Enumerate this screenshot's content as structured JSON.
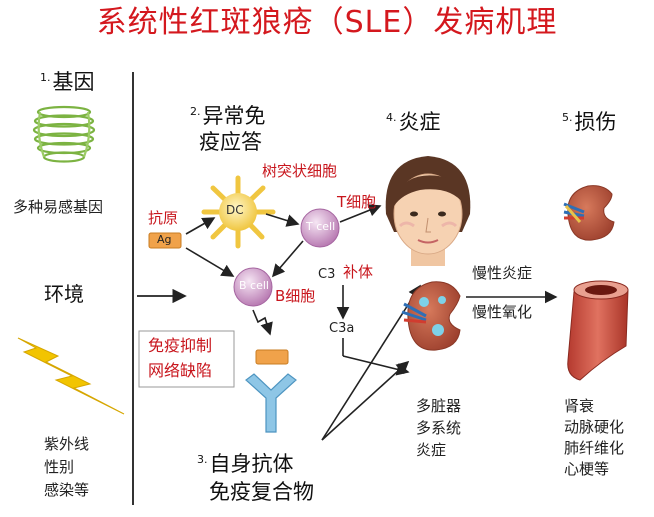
{
  "title": "系统性红斑狼疮（SLE）发病机理",
  "sections": {
    "s1": {
      "num": "1.",
      "label": "基因"
    },
    "s2": {
      "num": "2.",
      "line1": "异常免",
      "line2": "疫应答"
    },
    "s3": {
      "num": "3.",
      "line1": "自身抗体",
      "line2": "免疫复合物"
    },
    "s4": {
      "num": "4.",
      "label": "炎症"
    },
    "s5": {
      "num": "5.",
      "label": "损伤"
    }
  },
  "left": {
    "gene_desc": "多种易感基因",
    "env": "环境",
    "factors": [
      "紫外线",
      "性别",
      "感染等"
    ]
  },
  "immune": {
    "dendritic_cn": "树突状细胞",
    "dc": "DC",
    "t_cn": "T细胞",
    "t_cell": "T cell",
    "antigen_cn": "抗原",
    "ag": "Ag",
    "b_cell": "B cell",
    "b_cn": "B细胞",
    "c3": "C3",
    "complement": "补体",
    "c3a": "C3a",
    "defect_line1": "免疫抑制",
    "defect_line2": "网络缺陷"
  },
  "inflammation": {
    "chronic1": "慢性炎症",
    "chronic2": "慢性氧化",
    "organs": [
      "多脏器",
      "多系统",
      "炎症"
    ]
  },
  "damage": [
    "肾衰",
    "动脉硬化",
    "肺纤维化",
    "心梗等"
  ],
  "colors": {
    "title_red": "#d4181e",
    "label_red": "#c8161d",
    "dc_yellow": "#f3d35c",
    "cell_purple": "#c98fc2",
    "antibody_blue": "#8ec6e6",
    "antigen_orange": "#f0a24a",
    "gene_green": "#8bc34a",
    "lightning_yellow": "#f2c400",
    "kidney_brown": "#b2533c",
    "artery_red": "#c9473a"
  },
  "icons": [
    "gene-coil-icon",
    "lightning-icon",
    "dendritic-cell-icon",
    "t-cell-icon",
    "b-cell-icon",
    "antigen-icon",
    "antibody-icon",
    "face-icon",
    "kidney-icon",
    "artery-icon"
  ]
}
